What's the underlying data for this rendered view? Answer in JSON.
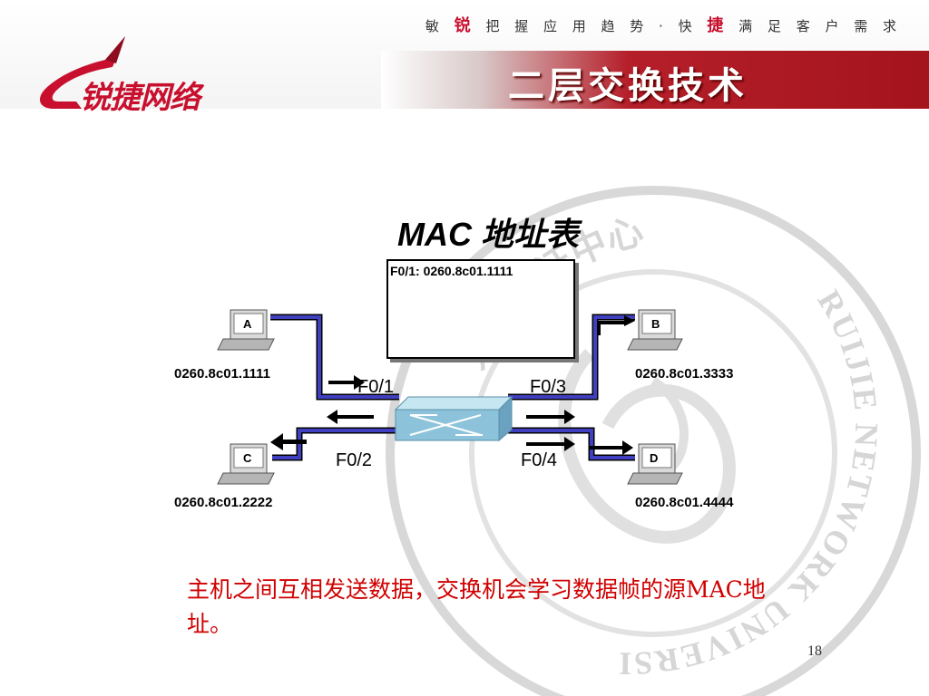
{
  "header": {
    "slogan_parts": [
      "敏",
      "锐",
      "把 握 应 用 趋 势 · 快",
      "捷",
      "满 足 客 户 需 求"
    ],
    "logo_text": "锐捷网络",
    "title": "二层交换技术",
    "brand_color": "#c8102e"
  },
  "watermark": {
    "arc_top": "大学认证中心",
    "arc_right": "RUIJIE NETWORK UNIVERSITY CERTIFIED"
  },
  "diagram": {
    "mac_table_title": "MAC 地址表",
    "mac_table_entries": [
      "F0/1:  0260.8c01.1111"
    ],
    "hosts": [
      {
        "label": "A",
        "mac": "0260.8c01.1111",
        "port": "F0/1"
      },
      {
        "label": "B",
        "mac": "0260.8c01.3333",
        "port": "F0/3"
      },
      {
        "label": "C",
        "mac": "0260.8c01.2222",
        "port": "F0/2"
      },
      {
        "label": "D",
        "mac": "0260.8c01.4444",
        "port": "F0/4"
      }
    ],
    "link_color": "#3333aa"
  },
  "caption": "主机之间互相发送数据，交换机会学习数据帧的源MAC地址。",
  "page_number": "18"
}
